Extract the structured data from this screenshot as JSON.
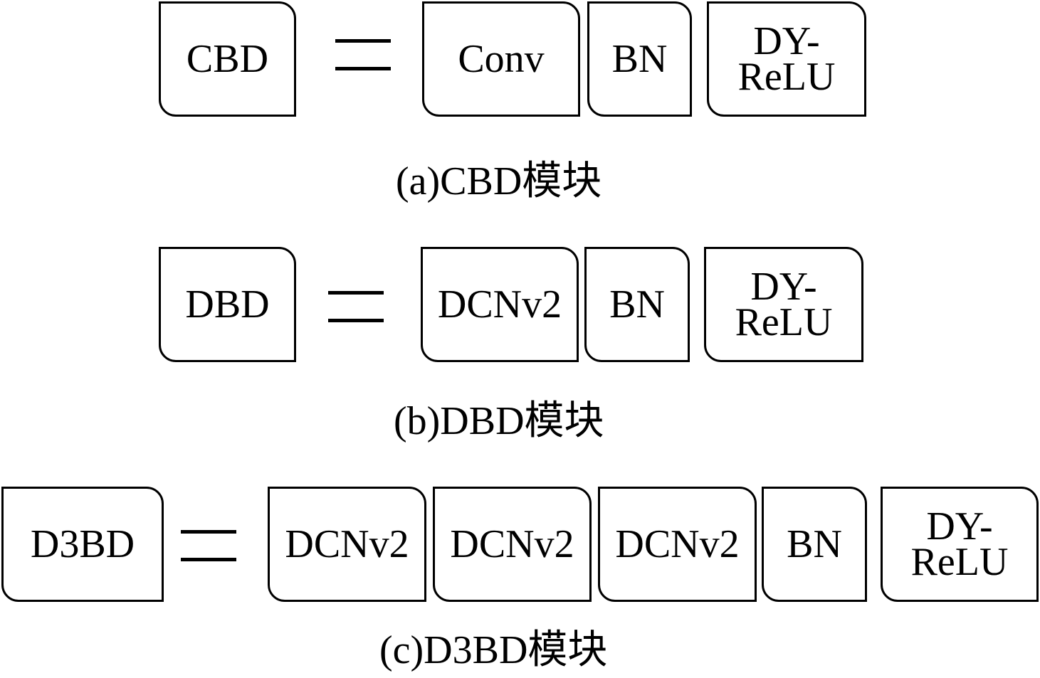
{
  "diagram": {
    "row_a": {
      "lhs": "CBD",
      "rhs": [
        "Conv",
        "BN",
        "DY-\nReLU"
      ],
      "caption": "(a)CBD模块"
    },
    "row_b": {
      "lhs": "DBD",
      "rhs": [
        "DCNv2",
        "BN",
        "DY-\nReLU"
      ],
      "caption": "(b)DBD模块"
    },
    "row_c": {
      "lhs": "D3BD",
      "rhs": [
        "DCNv2",
        "DCNv2",
        "DCNv2",
        "BN",
        "DY-\nReLU"
      ],
      "caption": "(c)D3BD模块"
    }
  }
}
